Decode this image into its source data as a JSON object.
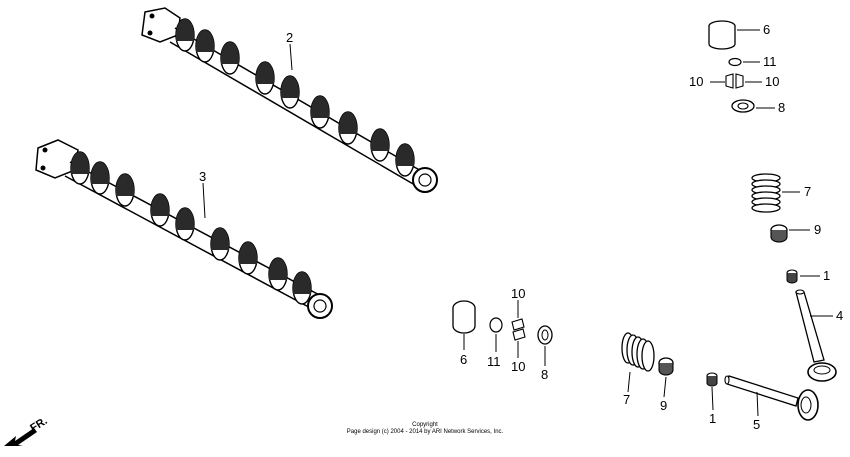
{
  "callouts": {
    "n1a": "1",
    "n1b": "1",
    "n2": "2",
    "n3": "3",
    "n4": "4",
    "n5": "5",
    "n6a": "6",
    "n6b": "6",
    "n7a": "7",
    "n7b": "7",
    "n8a": "8",
    "n8b": "8",
    "n9a": "9",
    "n9b": "9",
    "n10a": "10",
    "n10b": "10",
    "n10c": "10",
    "n10d": "10",
    "n11a": "11",
    "n11b": "11"
  },
  "front_marker": "FR.",
  "copyright": {
    "line1": "Copyright",
    "line2": "Page design (c) 2004 - 2014 by ARI Network Services, Inc."
  }
}
